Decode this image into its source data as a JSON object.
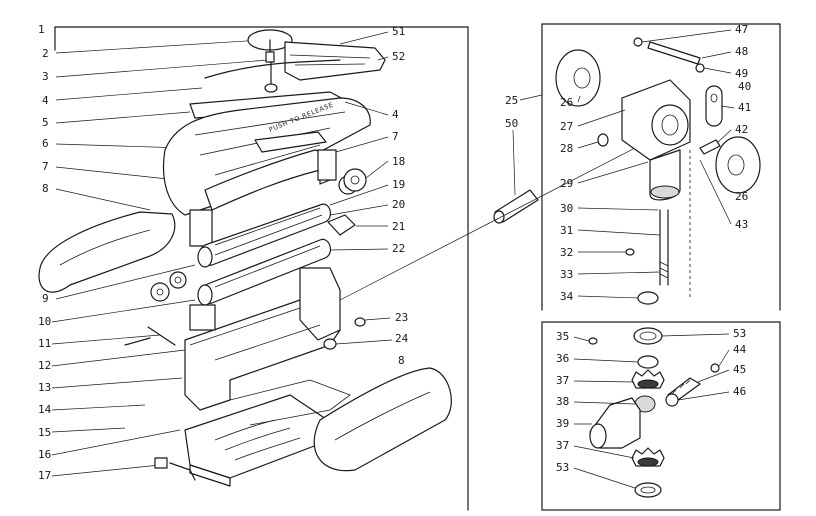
{
  "left_labels": [
    "1",
    "2",
    "3",
    "4",
    "5",
    "6",
    "7",
    "8",
    "9",
    "10",
    "11",
    "12",
    "13",
    "14",
    "15",
    "16",
    "17"
  ],
  "right_top_labels": [
    "51",
    "52",
    "4",
    "7",
    "18",
    "19",
    "20",
    "21",
    "22",
    "23",
    "24",
    "8"
  ],
  "group_label": "25",
  "coupling_label": "50",
  "gearbox_labels": [
    "26",
    "27",
    "28",
    "29",
    "47",
    "48",
    "49",
    "40",
    "41",
    "42",
    "26",
    "43"
  ],
  "shaft_labels": [
    "30",
    "31",
    "32",
    "33",
    "34"
  ],
  "gear_labels": [
    "35",
    "36",
    "37",
    "38",
    "39",
    "37",
    "53",
    "53",
    "44",
    "45",
    "46"
  ],
  "imprint_text": "PUSH TO RELEASE"
}
